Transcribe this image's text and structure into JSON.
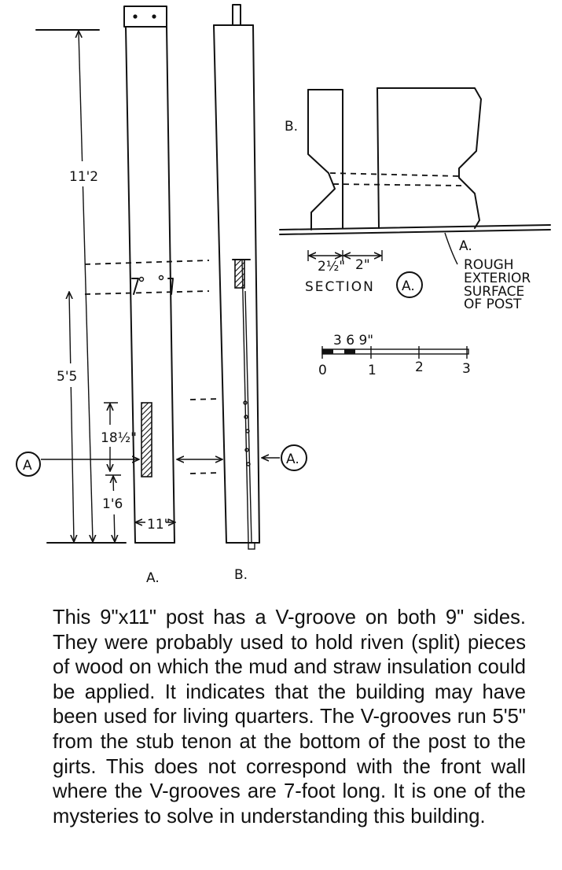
{
  "drawing": {
    "dim_total_height": "11'2",
    "dim_groove_length": "5'5",
    "dim_groove_upper": "18½\"",
    "dim_groove_lower": "1'6",
    "dim_post_width": "11\"",
    "section_marker_left": "A",
    "section_marker_right": "A.",
    "view_label_a": "A.",
    "view_label_b": "B.",
    "section_label_b": "B.",
    "section_label_a": "A.",
    "section_dim_1": "2½\"",
    "section_dim_2": "2\"",
    "section_title": "SECTION",
    "section_circle": "A.",
    "note_line_1": "ROUGH",
    "note_line_2": "EXTERIOR",
    "note_line_3": "SURFACE",
    "note_line_4": "OF POST",
    "scale_small": "3 6 9\"",
    "scale_ticks": [
      "0",
      "1",
      "2",
      "3"
    ]
  },
  "caption": "This 9\"x11\" post has a V-groove on both 9\" sides. They were probably used to hold riven (split) pieces of wood on which the mud and straw insulation could be applied. It indicates that the building may have been used for living quarters. The V-grooves run 5'5\" from the stub tenon at the bottom of the post to the girts. This does not correspond with the front wall where the V-grooves are 7-foot long. It is one of the mysteries to solve in understanding this building."
}
